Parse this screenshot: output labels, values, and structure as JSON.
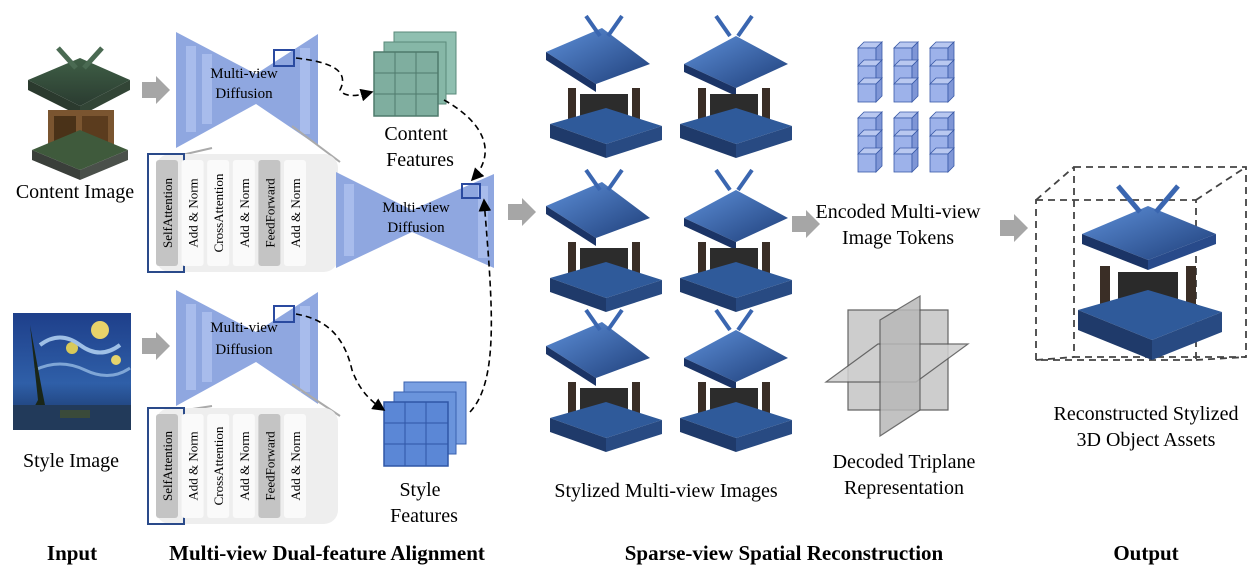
{
  "labels": {
    "content_image": "Content Image",
    "style_image": "Style Image",
    "mv_diffusion_1": [
      "Multi-view",
      "Diffusion"
    ],
    "mv_diffusion_2": [
      "Multi-view",
      "Diffusion"
    ],
    "mv_diffusion_3": [
      "Multi-view",
      "Diffusion"
    ],
    "content_features": [
      "Content",
      "Features"
    ],
    "style_features": [
      "Style",
      "Features"
    ],
    "stylized_images": "Stylized Multi-view Images",
    "encoded_tokens": [
      "Encoded Multi-view",
      "Image Tokens"
    ],
    "triplane": [
      "Decoded Triplane",
      "Representation"
    ],
    "reconstructed": [
      "Reconstructed Stylized",
      "3D Object Assets"
    ]
  },
  "transformer_blocks": [
    "SelfAttention",
    "Add & Norm",
    "CrossAttention",
    "Add & Norm",
    "FeedForward",
    "Add & Norm"
  ],
  "stages": {
    "input": "Input",
    "alignment": "Multi-view Dual-feature Alignment",
    "reconstruction": "Sparse-view Spatial Reconstruction",
    "output": "Output"
  },
  "colors": {
    "diffusion": "#8fa7e0",
    "content_grid": "#7fae9f",
    "style_grid": "#5b87d6",
    "token": "#9db2ea",
    "arrow": "#a6a6a6",
    "triplane": "#c8c8c8"
  }
}
